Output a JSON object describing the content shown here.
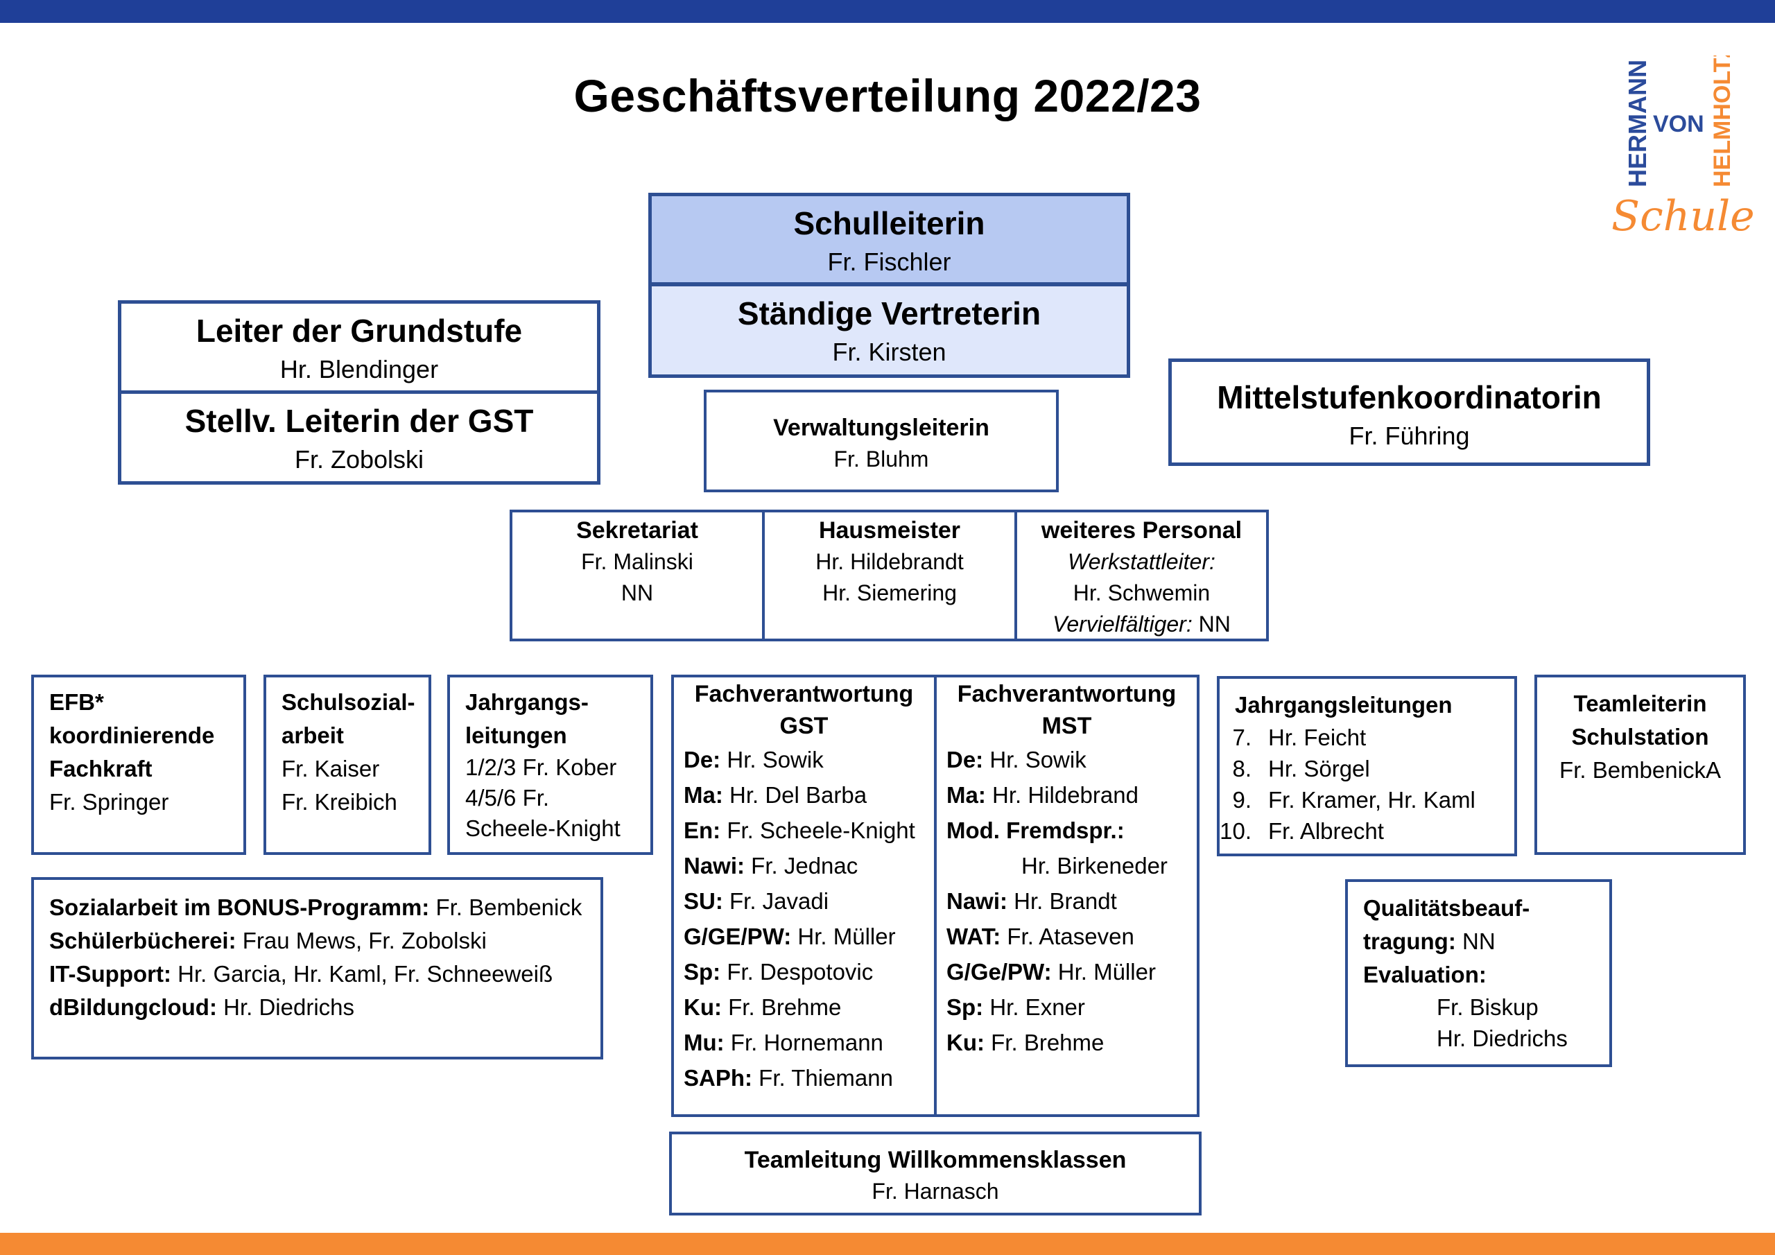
{
  "title": "Geschäftsverteilung 2022/23",
  "colors": {
    "blue_bar": "#1f3f98",
    "orange_bar": "#f58a33",
    "border": "#2e4f93",
    "head_fill": "#b7c9f2",
    "deputy_fill": "#dfe7fb"
  },
  "logo": {
    "word1": "HERMANN",
    "word2": "VON",
    "word3": "HELMHOLTZ",
    "word4": "Schule"
  },
  "schulleiterin": {
    "title": "Schulleiterin",
    "name": "Fr. Fischler"
  },
  "vertreterin": {
    "title": "Ständige Vertreterin",
    "name": "Fr. Kirsten"
  },
  "grundstufe": {
    "title": "Leiter der Grundstufe",
    "name": "Hr. Blendinger"
  },
  "stellv_gst": {
    "title": "Stellv. Leiterin der GST",
    "name": "Fr. Zobolski"
  },
  "verwaltung": {
    "title": "Verwaltungsleiterin",
    "name": "Fr. Bluhm"
  },
  "mittelstufe": {
    "title": "Mittelstufenkoordinatorin",
    "name": "Fr. Führing"
  },
  "sekretariat": {
    "title": "Sekretariat",
    "l1": "Fr. Malinski",
    "l2": "NN"
  },
  "hausmeister": {
    "title": "Hausmeister",
    "l1": "Hr. Hildebrandt",
    "l2": "Hr. Siemering"
  },
  "personal": {
    "title": "weiteres Personal",
    "l1": "Werkstattleiter:",
    "l2": "Hr. Schwemin",
    "l3a": "Vervielfältiger:",
    "l3b": " NN"
  },
  "efb": {
    "l1": "EFB*",
    "l2": "koordinierende",
    "l3": "Fachkraft",
    "l4": "Fr. Springer"
  },
  "schulsozial": {
    "l1": "Schulsozial-",
    "l2": "arbeit",
    "l3": "Fr. Kaiser",
    "l4": "Fr. Kreibich"
  },
  "jahrgang_gst": {
    "l1": "Jahrgangs-",
    "l2": "leitungen",
    "l3": "1/2/3 Fr. Kober",
    "l4": "4/5/6 Fr.",
    "l5": "Scheele-Knight"
  },
  "fach_gst": {
    "title1": "Fachverantwortung",
    "title2": "GST",
    "rows": [
      {
        "k": "De:",
        "v": " Hr. Sowik"
      },
      {
        "k": "Ma:",
        "v": " Hr. Del Barba"
      },
      {
        "k": "En:",
        "v": " Fr. Scheele-Knight"
      },
      {
        "k": "Nawi:",
        "v": " Fr. Jednac"
      },
      {
        "k": "SU:",
        "v": " Fr. Javadi"
      },
      {
        "k": "G/GE/PW:",
        "v": " Hr. Müller"
      },
      {
        "k": "Sp:",
        "v": " Fr. Despotovic"
      },
      {
        "k": "Ku:",
        "v": " Fr. Brehme"
      },
      {
        "k": "Mu:",
        "v": " Fr. Hornemann"
      },
      {
        "k": "SAPh:",
        "v": " Fr. Thiemann"
      }
    ]
  },
  "fach_mst": {
    "title1": "Fachverantwortung",
    "title2": "MST",
    "rows": [
      {
        "k": "De:",
        "v": " Hr. Sowik"
      },
      {
        "k": "Ma:",
        "v": " Hr. Hildebrand"
      },
      {
        "k": "Mod. Fremdspr.:",
        "v": ""
      },
      {
        "k": "",
        "v": "Hr. Birkeneder"
      },
      {
        "k": "Nawi:",
        "v": " Hr. Brandt"
      },
      {
        "k": "WAT:",
        "v": " Fr. Ataseven"
      },
      {
        "k": "G/Ge/PW:",
        "v": " Hr. Müller"
      },
      {
        "k": "Sp:",
        "v": " Hr. Exner"
      },
      {
        "k": "Ku:",
        "v": " Fr. Brehme"
      }
    ]
  },
  "jahrgang_mst": {
    "title": "Jahrgangsleitungen",
    "rows": [
      {
        "n": "7.",
        "v": "Hr. Feicht"
      },
      {
        "n": "8.",
        "v": "Hr. Sörgel"
      },
      {
        "n": "9.",
        "v": "Fr. Kramer, Hr. Kaml"
      },
      {
        "n": "10.",
        "v": "Fr. Albrecht"
      }
    ]
  },
  "teamleiterin": {
    "l1": "Teamleiterin",
    "l2": "Schulstation",
    "l3": "Fr. BembenickA"
  },
  "sozialarbeit": {
    "rows": [
      {
        "k": "Sozialarbeit im BONUS-Programm:",
        "v": " Fr. Bembenick"
      },
      {
        "k": "Schülerbücherei:",
        "v": " Frau Mews, Fr. Zobolski"
      },
      {
        "k": "IT-Support:",
        "v": " Hr. Garcia, Hr. Kaml, Fr. Schneeweiß"
      },
      {
        "k": "dBildungcloud:",
        "v": " Hr. Diedrichs"
      }
    ]
  },
  "qualitaet": {
    "l1": "Qualitätsbeauf-",
    "l2k": "tragung:",
    "l2v": " NN",
    "l3": "Evaluation:",
    "l4": "Fr. Biskup",
    "l5": "Hr. Diedrichs"
  },
  "willkommen": {
    "title": "Teamleitung Willkommensklassen",
    "name": "Fr. Harnasch"
  }
}
